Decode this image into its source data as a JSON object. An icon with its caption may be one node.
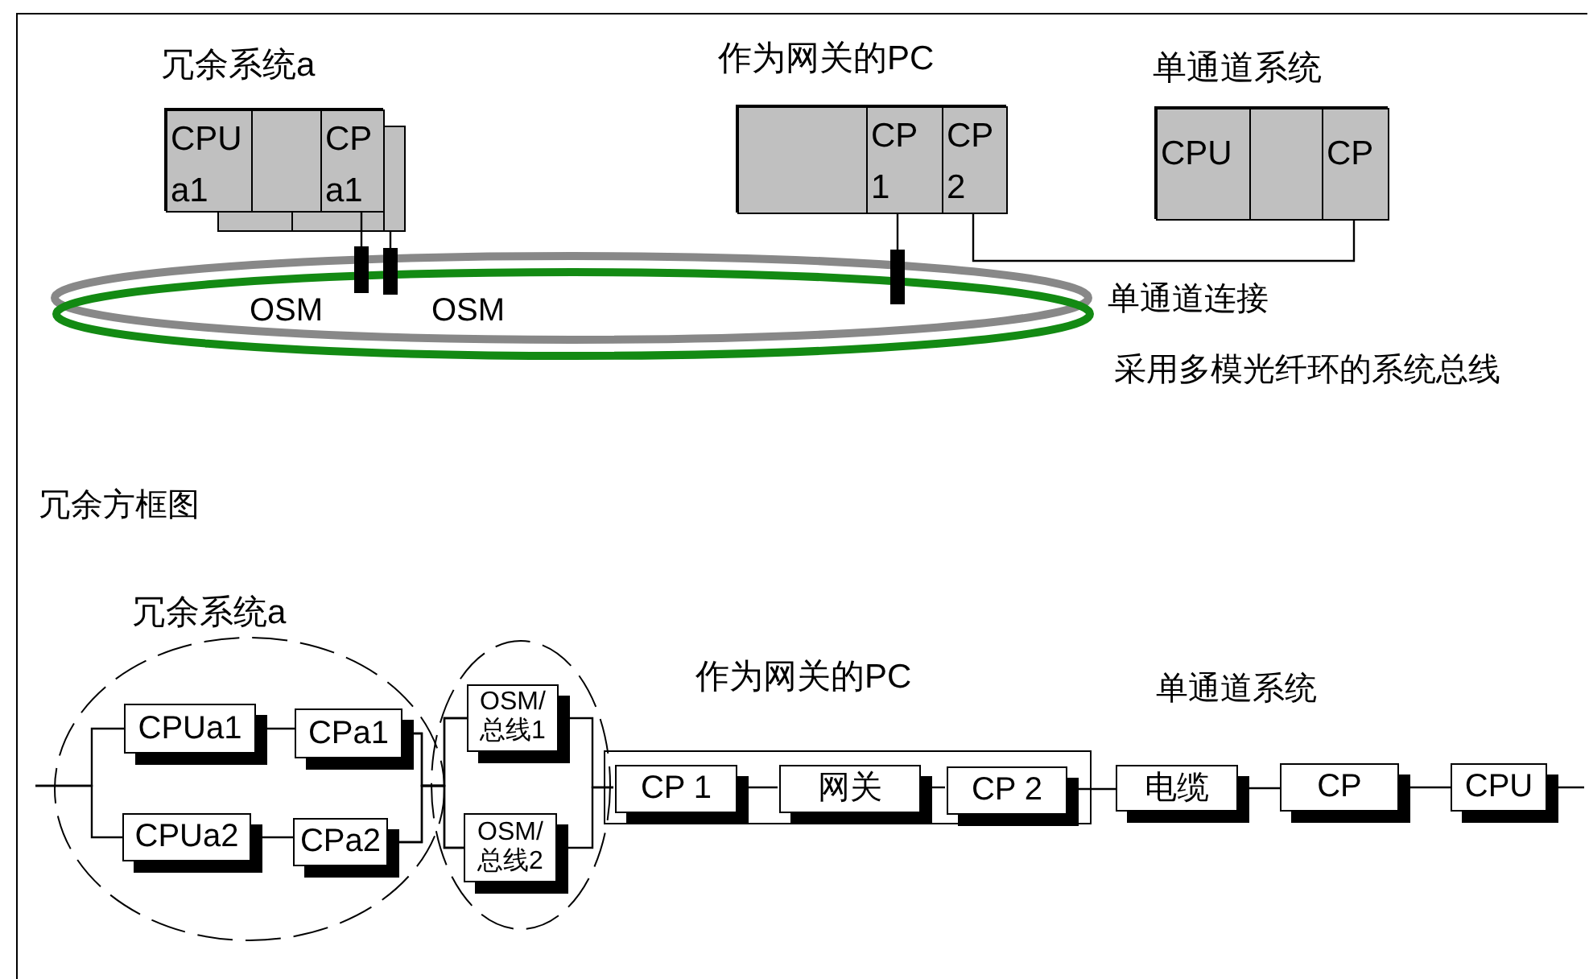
{
  "diagram": {
    "nodes": [
      {
        "text": [
          "冗余系统a"
        ]
      },
      {
        "text": [
          "CPU a1"
        ],
        "in": 0
      },
      {
        "text": [],
        "shape": "box",
        "in": 0
      },
      {
        "text": [
          "CP a1"
        ],
        "in": 0
      },
      {
        "text": [],
        "shape": "box"
      },
      {
        "text": [],
        "shape": "bar",
        "beside": [
          "OSM"
        ]
      },
      {
        "text": [],
        "shape": "bar",
        "beside": [
          "OSM"
        ]
      },
      {
        "text": [
          "作为网关的PC"
        ]
      },
      {
        "text": [],
        "shape": "box",
        "in": 7
      },
      {
        "text": [
          "CP 1"
        ],
        "in": 7
      },
      {
        "text": [
          "CP 2"
        ],
        "in": 7
      },
      {
        "text": [],
        "shape": "bar"
      },
      {
        "text": [
          "单通道系统"
        ]
      },
      {
        "text": [
          "CPU"
        ],
        "in": 12
      },
      {
        "text": [],
        "shape": "box",
        "in": 12
      },
      {
        "text": [
          "CP"
        ],
        "in": 12
      },
      {
        "text": [
          "冗余系统a"
        ]
      },
      {
        "text": [
          "CPUa1"
        ],
        "in": 16
      },
      {
        "text": [
          "CPa1"
        ],
        "in": 16
      },
      {
        "text": [
          "CPUa2"
        ],
        "in": 16
      },
      {
        "text": [
          "CPa2"
        ],
        "in": 16
      },
      {
        "text": [],
        "shape": "ellipse"
      },
      {
        "text": [
          "OSM/总线1"
        ],
        "in": 21
      },
      {
        "text": [
          "OSM/总线2"
        ],
        "in": 21
      },
      {
        "text": [
          "作为网关的PC"
        ]
      },
      {
        "text": [
          "CP 1"
        ],
        "in": 24
      },
      {
        "text": [
          "网关"
        ],
        "in": 24
      },
      {
        "text": [
          "CP 2"
        ],
        "in": 24
      },
      {
        "text": [
          "电缆"
        ]
      },
      {
        "text": [
          "CP"
        ]
      },
      {
        "text": [
          "CPU"
        ]
      }
    ],
    "edges": [
      {
        "from": 3,
        "to": 5,
        "arrow": "none"
      },
      {
        "from": 4,
        "to": 6,
        "arrow": "none"
      },
      {
        "from": 9,
        "to": 11,
        "arrow": "none"
      },
      {
        "from": 10,
        "to": 15,
        "arrow": "none"
      },
      {
        "from": null,
        "to": 17,
        "arrow": "none"
      },
      {
        "from": null,
        "to": 19,
        "arrow": "none"
      },
      {
        "from": 17,
        "to": 18,
        "arrow": "none"
      },
      {
        "from": 19,
        "to": 20,
        "arrow": "none"
      },
      {
        "from": 18,
        "to": 22,
        "arrow": "none"
      },
      {
        "from": 18,
        "to": 23,
        "arrow": "none"
      },
      {
        "from": 20,
        "to": 22,
        "arrow": "none"
      },
      {
        "from": 20,
        "to": 23,
        "arrow": "none"
      },
      {
        "from": 22,
        "to": 25,
        "arrow": "none"
      },
      {
        "from": 23,
        "to": 25,
        "arrow": "none"
      },
      {
        "from": 25,
        "to": 26,
        "arrow": "none"
      },
      {
        "from": 26,
        "to": 27,
        "arrow": "none"
      },
      {
        "from": 27,
        "to": 28,
        "arrow": "none"
      },
      {
        "from": 28,
        "to": 29,
        "arrow": "none"
      },
      {
        "from": 29,
        "to": 30,
        "arrow": "none"
      },
      {
        "from": 30,
        "to": null,
        "arrow": "none"
      }
    ],
    "labels": [
      "单通道连接",
      "采用多模光纤环的系统总线",
      "冗余方框图",
      "单通道系统"
    ]
  }
}
